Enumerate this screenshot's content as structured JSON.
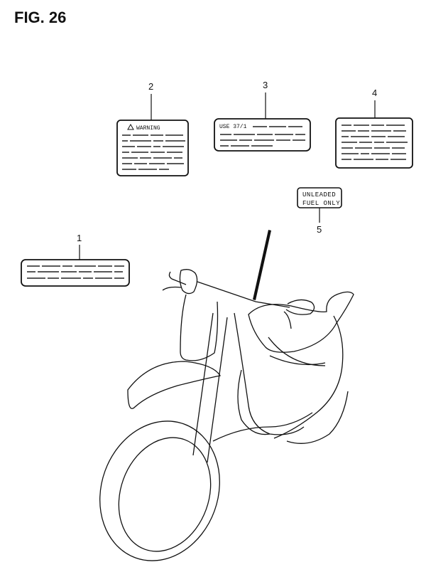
{
  "figure": {
    "title": "FIG. 26"
  },
  "callouts": [
    {
      "number": "1",
      "part": "label-1"
    },
    {
      "number": "2",
      "part": "warning-label"
    },
    {
      "number": "3",
      "part": "label-3"
    },
    {
      "number": "4",
      "part": "label-4"
    },
    {
      "number": "5",
      "part": "fuel-label"
    }
  ],
  "labels": {
    "warning_heading": "WARNING",
    "label3_heading": "USE 37/1",
    "fuel_line1": "UNLEADED",
    "fuel_line2": "FUEL ONLY"
  },
  "colors": {
    "ink": "#111111",
    "paper": "#ffffff"
  }
}
